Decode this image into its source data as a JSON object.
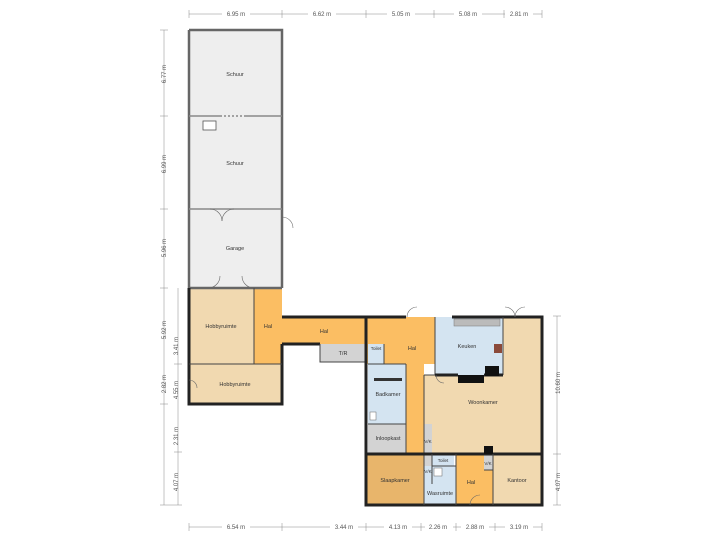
{
  "colors": {
    "shed": "#eeeeee",
    "beige": "#f1d9b0",
    "orange": "#fbbe63",
    "blue": "#d4e4f1",
    "grey": "#d3d3d3",
    "bedroom": "#e8b56b",
    "wall": "#222222"
  },
  "rooms": {
    "schuur_1": "Schuur",
    "schuur_2": "Schuur",
    "garage": "Garage",
    "hobbyruimte_1": "Hobbyruimte",
    "hal_1": "Hal",
    "hobbyruimte_2": "Hobbyruimte",
    "hal_2": "Hal",
    "tr": "T/R",
    "toilet_1": "Toilet",
    "hal_3": "Hal",
    "keuken": "Keuken",
    "badkamer": "Badkamer",
    "woonkamer": "Woonkamer",
    "inloopkast": "Inloopkast",
    "vk_1": "V/K",
    "vk_2": "V/K",
    "vk_3": "V/K",
    "toilet_2": "Toilet",
    "slaapkamer": "Slaapkamer",
    "wasruimte": "Wasruimte",
    "hal_4": "Hal",
    "kantoor": "Kantoor"
  },
  "dimensions": {
    "top": [
      "6.95 m",
      "6.62 m",
      "5.05 m",
      "5.08 m",
      "2.81 m"
    ],
    "bottom": [
      "6.54 m",
      "3.44 m",
      "4.13 m",
      "2.26 m",
      "2.88 m",
      "3.19 m"
    ],
    "left": [
      "6.77 m",
      "6.99 m",
      "5.96 m",
      "5.92 m",
      "3.41 m",
      "2.82 m",
      "4.55 m",
      "2.31 m",
      "4.07 m"
    ],
    "right": [
      "10.60 m",
      "4.07 m"
    ]
  }
}
